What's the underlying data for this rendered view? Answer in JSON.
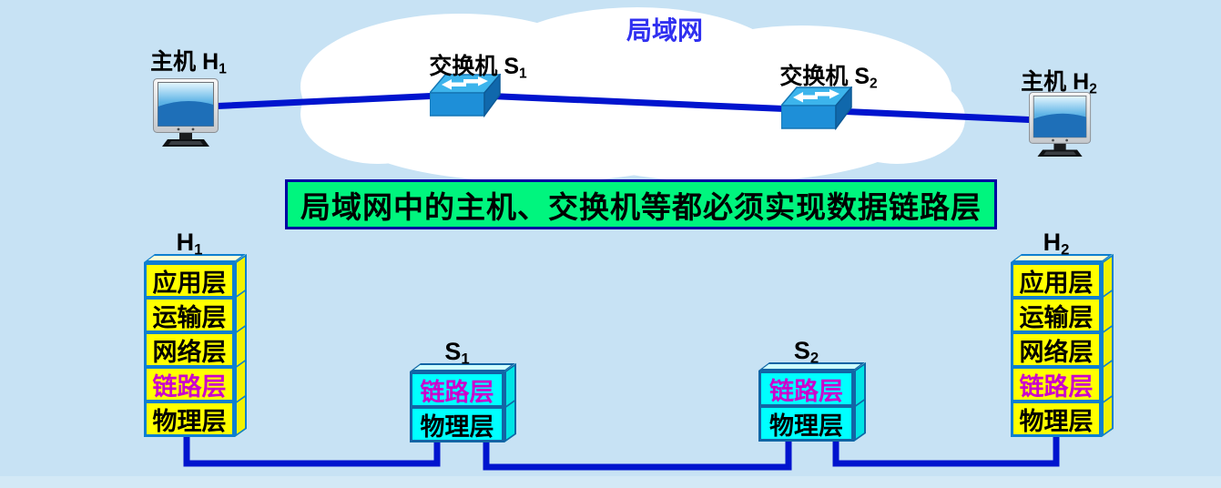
{
  "lan_label": "局域网",
  "banner": {
    "text": "局域网中的主机、交换机等都必须实现数据链路层"
  },
  "nodes": {
    "h1": {
      "label": "主机 H",
      "sub": "1"
    },
    "s1": {
      "label": "交换机 S",
      "sub": "1"
    },
    "s2": {
      "label": "交换机 S",
      "sub": "2"
    },
    "h2": {
      "label": "主机 H",
      "sub": "2"
    }
  },
  "stacks": [
    {
      "id": "h1",
      "type": "host",
      "title": "H",
      "sub": "1",
      "layers": [
        {
          "text": "应用层",
          "highlight": false
        },
        {
          "text": "运输层",
          "highlight": false
        },
        {
          "text": "网络层",
          "highlight": false
        },
        {
          "text": "链路层",
          "highlight": true
        },
        {
          "text": "物理层",
          "highlight": false
        }
      ]
    },
    {
      "id": "s1",
      "type": "switch",
      "title": "S",
      "sub": "1",
      "layers": [
        {
          "text": "链路层",
          "highlight": true
        },
        {
          "text": "物理层",
          "highlight": false
        }
      ]
    },
    {
      "id": "s2",
      "type": "switch",
      "title": "S",
      "sub": "2",
      "layers": [
        {
          "text": "链路层",
          "highlight": true
        },
        {
          "text": "物理层",
          "highlight": false
        }
      ]
    },
    {
      "id": "h2",
      "type": "host",
      "title": "H",
      "sub": "2",
      "layers": [
        {
          "text": "应用层",
          "highlight": false
        },
        {
          "text": "运输层",
          "highlight": false
        },
        {
          "text": "网络层",
          "highlight": false
        },
        {
          "text": "链路层",
          "highlight": true
        },
        {
          "text": "物理层",
          "highlight": false
        }
      ]
    }
  ],
  "colors": {
    "background": "#C7E2F4",
    "cloud": "#FFFFFF",
    "link_line": "#0014CE",
    "banner_bg": "#00F57E",
    "banner_border": "#0000A0",
    "lan_label_color": "#3030F0",
    "host_layer_bg": "#FFFF00",
    "host_layer_border": "#0E7FD0",
    "switch_layer_bg": "#00FFFF",
    "switch_layer_border": "#1265A5",
    "highlight_layer_text": "#CC00CC"
  }
}
